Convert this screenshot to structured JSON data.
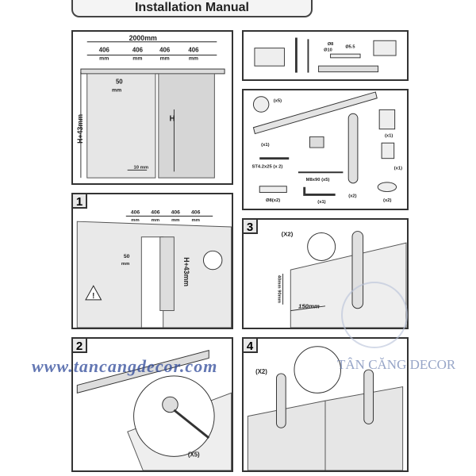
{
  "title": "Installation Manual",
  "overview": {
    "total_width": "2000mm",
    "spacing": [
      "406",
      "406",
      "406",
      "406"
    ],
    "spacing_unit": "mm",
    "offset": "50",
    "offset_unit": "mm",
    "height_total": "H+43mm",
    "height": "H",
    "bottom_gap": "10 mm"
  },
  "tools": {
    "drill_bits": [
      "Ø8",
      "Ø10",
      "Ø5.5"
    ]
  },
  "parts": {
    "stopper_qty": "(x5)",
    "rail_qty": "(x1)",
    "screw_label": "ST4.2x25 (x 2)",
    "bolt_label": "M8x90 (x5)",
    "anchor_label": "Ø8(x2)",
    "wrench_qty": "(x1)",
    "hanger_qty": "(x2)",
    "stop_a_qty": "(x1)",
    "stop_b_qty": "(x1)",
    "guide_qty": "(x2)"
  },
  "step1": {
    "number": "1",
    "spacing": [
      "406",
      "406",
      "406",
      "406"
    ],
    "unit": "mm",
    "offset": "50",
    "offset_unit": "mm",
    "height": "H+43mm"
  },
  "step2": {
    "number": "2",
    "qty": "(X5)"
  },
  "step3": {
    "number": "3",
    "qty": "(X2)",
    "vertical_dims": "40mm 90mm",
    "horizontal_dim": "150mm"
  },
  "step4": {
    "number": "4",
    "qty": "(X2)"
  },
  "watermark": {
    "url": "www.tancangdecor.com",
    "brand": "TÂN CĂNG DECOR"
  }
}
